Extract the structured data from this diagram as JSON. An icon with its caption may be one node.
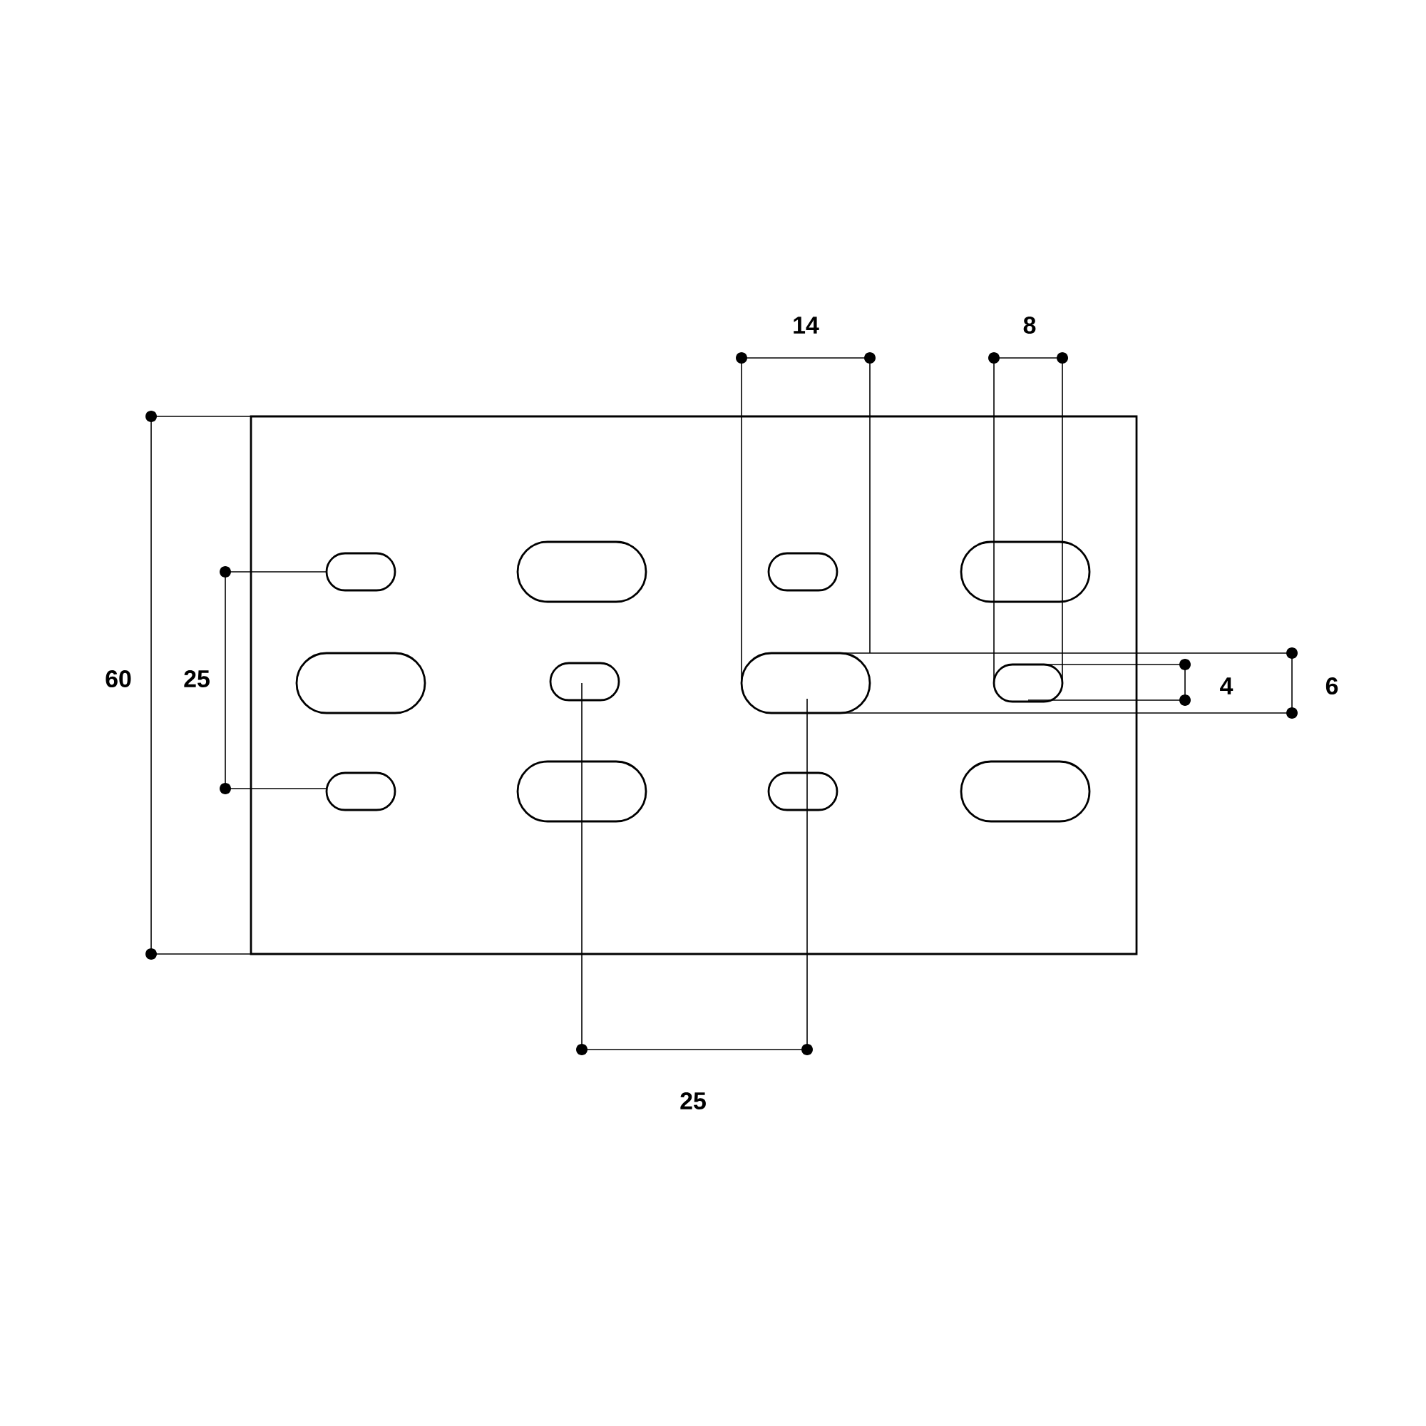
{
  "diagram": {
    "labels": [
      "14",
      "8",
      "60",
      "25",
      "4",
      "6",
      "25"
    ]
  }
}
